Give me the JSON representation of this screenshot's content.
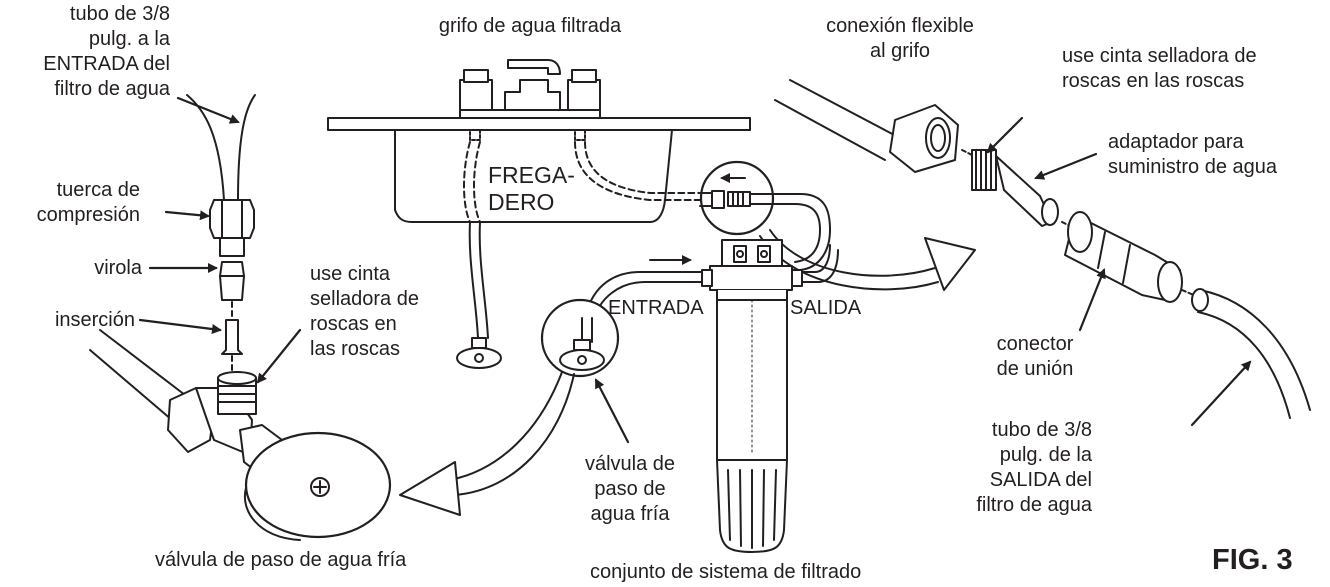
{
  "diagram": {
    "ink_color": "#231f20",
    "labels": {
      "tube_inlet": "tubo de 3/8\npulg. a la\nENTRADA del\nfiltro de agua",
      "compression_nut": "tuerca de\ncompresión",
      "ferrule": "virola",
      "insert": "inserción",
      "tape_left": "use cinta\nselladora de\nroscas en\nlas roscas",
      "faucet": "grifo de agua filtrada",
      "sink": "FREGA-\nDERO",
      "inlet": "ENTRADA",
      "outlet": "SALIDA",
      "flex_connection": "conexión flexible\nal grifo",
      "tape_right": "use cinta selladora de\nroscas en las roscas",
      "adapter": "adaptador para\nsuministro de agua",
      "union_connector": "conector\nde unión",
      "tube_outlet": "tubo de 3/8\npulg. de la\nSALIDA del\nfiltro de agua",
      "valve_mid": "válvula de\npaso de\nagua fría",
      "valve_bottom": "válvula de paso de agua fría",
      "filter_system": "conjunto de sistema de filtrado",
      "figure": "FIG. 3"
    }
  }
}
